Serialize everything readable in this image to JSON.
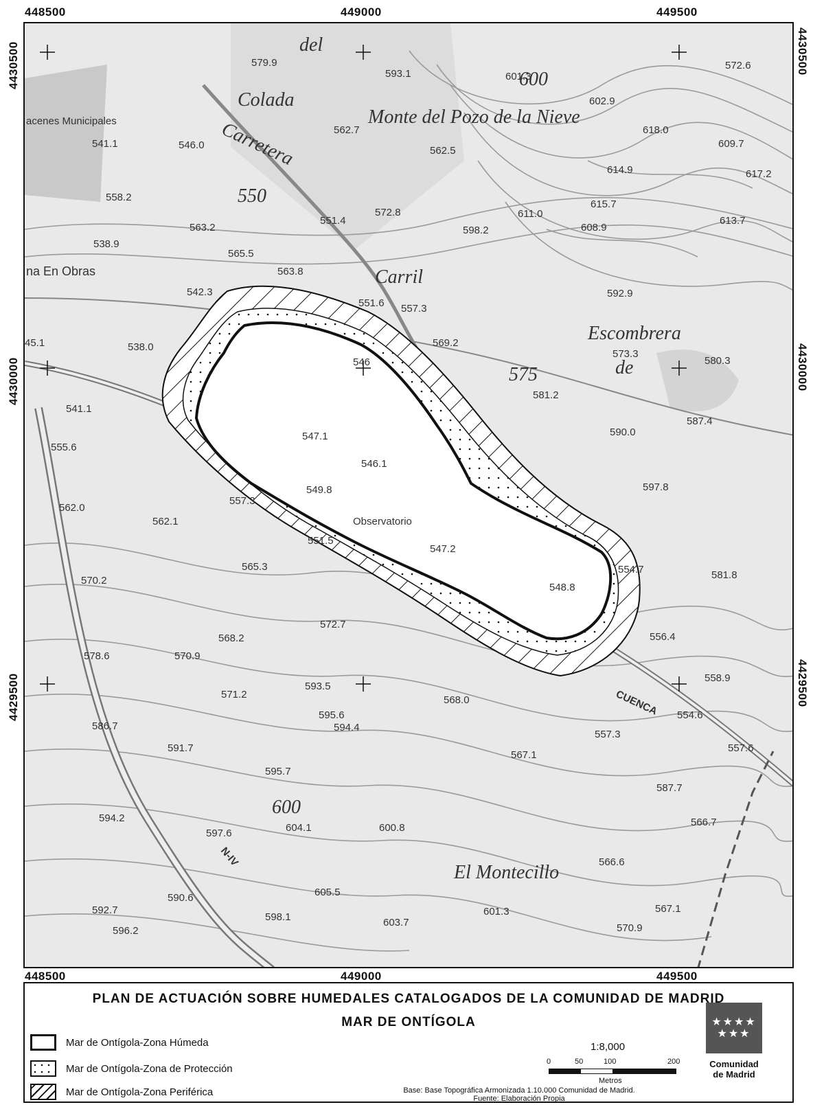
{
  "coords": {
    "top": [
      "448500",
      "449000",
      "449500"
    ],
    "bottom": [
      "448500",
      "449000",
      "449500"
    ],
    "left": [
      "4430500",
      "4430000",
      "4429500"
    ],
    "right": [
      "4430500",
      "4430000",
      "4429500"
    ]
  },
  "map_labels": {
    "places": [
      "Monte del Pozo de la Nieve",
      "El Montecillo",
      "Carretera",
      "Colada",
      "Carril",
      "Escombrera",
      "de",
      "del",
      "CUENCA",
      "N-IV",
      "Observatorio",
      "acenes Municipales",
      "na En  Obras"
    ],
    "contours": [
      "550",
      "575",
      "600",
      "600"
    ],
    "spot_heights": [
      "593.1",
      "601.3",
      "602.9",
      "572.6",
      "579.9",
      "562.7",
      "562.5",
      "618.0",
      "609.7",
      "617.2",
      "614.9",
      "615.7",
      "613.7",
      "611.0",
      "608.9",
      "598.2",
      "572.8",
      "551.4",
      "563.2",
      "565.5",
      "563.8",
      "558.2",
      "546.0",
      "541.1",
      "538.9",
      "542.3",
      "551.6",
      "557.3",
      "592.9",
      "569.2",
      "573.3",
      "580.3",
      "538.0",
      "581.2",
      "587.4",
      "590.0",
      "547.1",
      "546.1",
      "597.8",
      "549.8",
      "557.3",
      "562.1",
      "551.5",
      "547.2",
      "548.8",
      "565.3",
      "581.8",
      "554.7",
      "562.0",
      "570.2",
      "572.7",
      "568.2",
      "578.6",
      "570.9",
      "556.4",
      "558.9",
      "593.5",
      "568.0",
      "571.2",
      "595.6",
      "594.4",
      "554.6",
      "557.3",
      "557.6",
      "586.7",
      "591.7",
      "595.7",
      "567.1",
      "587.7",
      "594.2",
      "597.6",
      "604.1",
      "600.8",
      "566.7",
      "566.6",
      "590.6",
      "605.5",
      "592.7",
      "598.1",
      "603.7",
      "601.3",
      "596.2",
      "567.1",
      "570.9",
      "541.1",
      "555.6",
      "546",
      "45.1"
    ]
  },
  "legend": {
    "title_line1": "PLAN DE ACTUACIÓN SOBRE HUMEDALES CATALOGADOS DE LA COMUNIDAD DE MADRID",
    "title_line2": "MAR DE ONTÍGOLA",
    "items": [
      {
        "label": "Mar de Ontígola-Zona Húmeda",
        "style": "outline"
      },
      {
        "label": "Mar de Ontígola-Zona de Protección",
        "style": "dotted"
      },
      {
        "label": "Mar de Ontígola-Zona Periférica",
        "style": "hatched"
      }
    ],
    "scale_text": "1:8,000",
    "scale_ticks": [
      "0",
      "50",
      "100",
      "200"
    ],
    "scale_unit": "Metros",
    "credit_line1": "Base: Base Topográfica  Armonizada 1.10.000 Comunidad de Madrid.",
    "credit_line2": "Fuente: Elaboración Propia",
    "logo_stars": "★★★★\n★★★",
    "logo_text_line1": "Comunidad",
    "logo_text_line2": "de Madrid"
  },
  "colors": {
    "map_bg": "#e9e9e9",
    "wetland_fill": "#ffffff",
    "ink": "#111111",
    "logo_bg": "#555555"
  }
}
